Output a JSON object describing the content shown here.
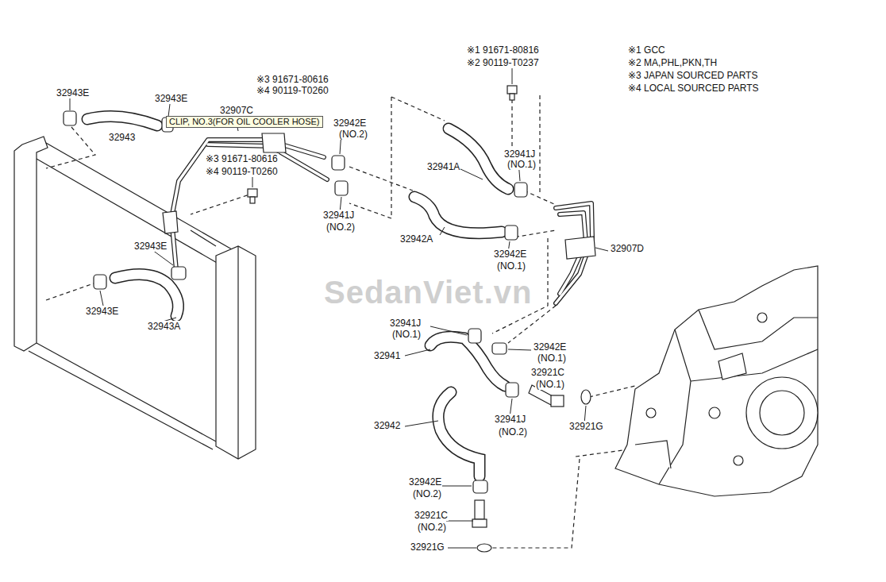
{
  "diagram": {
    "nodes": [
      {
        "text": [
          "CLIP, NO.3(FOR OIL COOLER HOSE)"
        ]
      }
    ],
    "labels": [
      "※1 91671-80816",
      "※2 90119-T0237",
      "※1 GCC",
      "※2 MA,PHL,PKN,TH",
      "※3 JAPAN SOURCED PARTS",
      "※4 LOCAL SOURCED PARTS",
      "※3 91671-80616",
      "※4 90119-T0260",
      "32943E",
      "32943E",
      "32907C",
      "32942E",
      "(NO.2)",
      "32943",
      "32941J",
      "(NO.1)",
      "32941A",
      "※3 91671-80616",
      "※4 90119-T0260",
      "32941J",
      "(NO.2)",
      "32942A",
      "32943E",
      "32907D",
      "32942E",
      "(NO.1)",
      "SedanViet.vn",
      "32943E",
      "32943A",
      "32941J",
      "(NO.1)",
      "32941",
      "32942E",
      "(NO.1)",
      "32921C",
      "(NO.1)",
      "32941J",
      "(NO.2)",
      "32921G",
      "32942",
      "32942E",
      "(NO.2)",
      "32921C",
      "(NO.2)",
      "32921G"
    ]
  }
}
